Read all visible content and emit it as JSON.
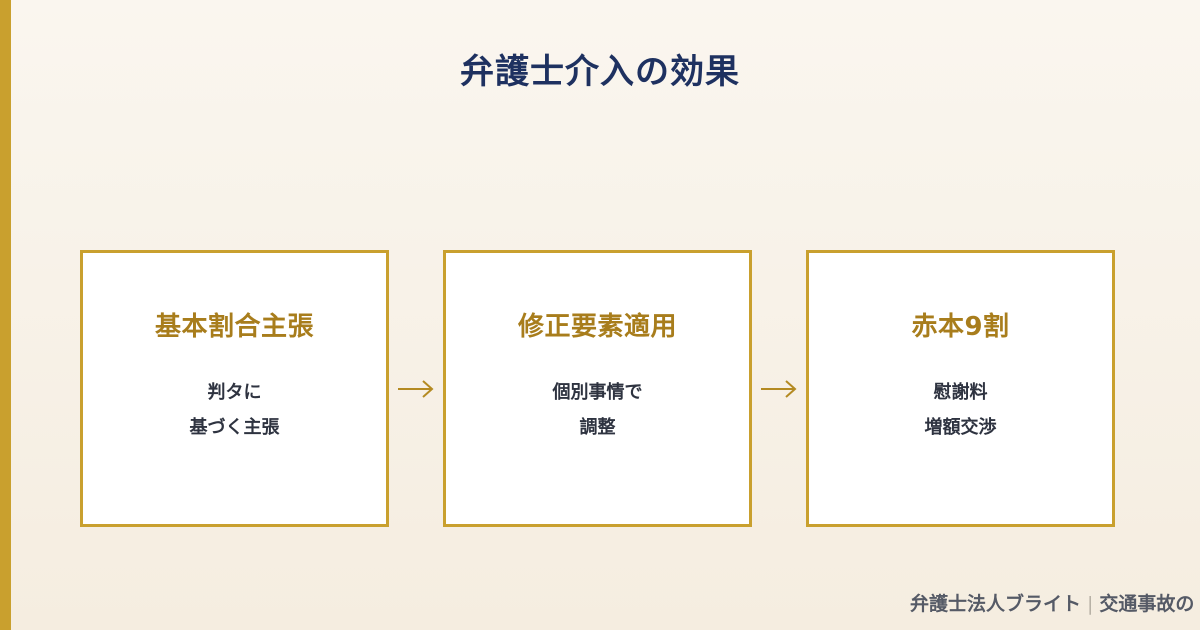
{
  "page": {
    "title": "弁護士介入の効果",
    "colors": {
      "accent": "#c9a02e",
      "title": "#1e3160",
      "box_title": "#a87d1c",
      "text": "#2e3340",
      "background_top": "#faf6ef",
      "background_bottom": "#f5ede0"
    }
  },
  "steps": [
    {
      "title": "基本割合主張",
      "lines": [
        "判タに",
        "基づく主張"
      ]
    },
    {
      "title": "修正要素適用",
      "lines": [
        "個別事情で",
        "調整"
      ]
    },
    {
      "title": "赤本9割",
      "lines": [
        "慰謝料",
        "増額交渉"
      ]
    }
  ],
  "arrows": [
    {
      "icon": "arrow-right-icon"
    },
    {
      "icon": "arrow-right-icon"
    }
  ],
  "footer": {
    "brand": "弁護士法人ブライト",
    "separator": "|",
    "topic": "交通事故の"
  }
}
